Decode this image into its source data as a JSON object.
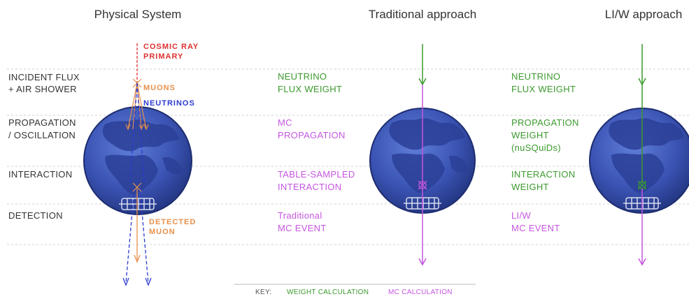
{
  "headers": {
    "physical": "Physical System",
    "traditional": "Traditional approach",
    "liw": "LI/W approach"
  },
  "rows": {
    "flux_1": "INCIDENT FLUX",
    "flux_2": "+ AIR SHOWER",
    "prop_1": "PROPAGATION",
    "prop_2": "/ OSCILLATION",
    "interaction": "INTERACTION",
    "detection": "DETECTION"
  },
  "physical": {
    "cosmic_1": "COSMIC RAY",
    "cosmic_2": "PRIMARY",
    "muons": "MUONS",
    "neutrinos": "NEUTRINOS",
    "detected_1": "DETECTED",
    "detected_2": "MUON"
  },
  "traditional": {
    "flux_1": "NEUTRINO",
    "flux_2": "FLUX WEIGHT",
    "prop_1": "MC",
    "prop_2": "PROPAGATION",
    "int_1": "TABLE-SAMPLED",
    "int_2": "INTERACTION",
    "det_1": "Traditional",
    "det_2": "MC EVENT"
  },
  "liw": {
    "flux_1": "NEUTRINO",
    "flux_2": "FLUX WEIGHT",
    "prop_1": "PROPAGATION",
    "prop_2": "WEIGHT",
    "prop_3": "(nuSQuiDs)",
    "int_1": "INTERACTION",
    "int_2": "WEIGHT",
    "det_1": "LI/W",
    "det_2": "MC EVENT"
  },
  "key": {
    "label": "KEY:",
    "weight": "WEIGHT CALCULATION",
    "mc": "MC CALCULATION"
  },
  "colors": {
    "weight": "#3c9a2e",
    "mc": "#c556e0",
    "cosmic": "#e03030",
    "muon": "#e8904a",
    "neutrino": "#2a3ad0",
    "text": "#333333",
    "grid": "#d0d0d0",
    "ocean": "#3a55b5",
    "land": "#2a3f95"
  }
}
